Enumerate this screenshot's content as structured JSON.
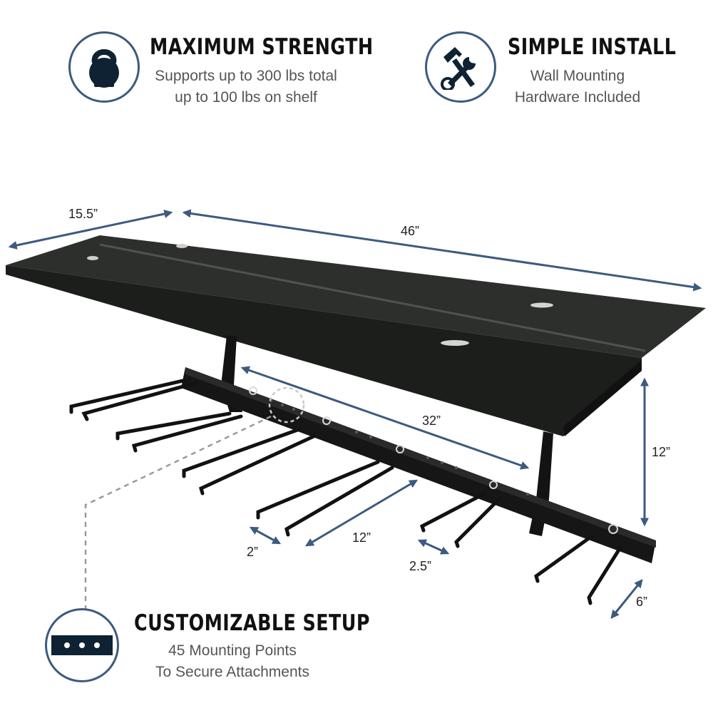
{
  "features": {
    "strength": {
      "title": "MAXIMUM STRENGTH",
      "line1": "Supports up to 300 lbs total",
      "line2": "up to 100 lbs on shelf",
      "icon": "kettlebell-icon"
    },
    "install": {
      "title": "SIMPLE INSTALL",
      "line1": "Wall Mounting",
      "line2": "Hardware Included",
      "icon": "hammer-wrench-icon"
    },
    "setup": {
      "title": "CUSTOMIZABLE SETUP",
      "line1": "45 Mounting Points",
      "line2": "To Secure Attachments",
      "icon": "mounting-rail-icon"
    }
  },
  "dimensions": {
    "depth": "15.5”",
    "width": "46”",
    "bar_length": "32”",
    "height": "12”",
    "hook_length": "12”",
    "hook_gap_small": "2”",
    "hook_gap_large": "2.5”",
    "hook_depth": "6”"
  },
  "colors": {
    "accent": "#3d5a80",
    "shelf": "#2c2f2b",
    "steel": "#151515"
  }
}
